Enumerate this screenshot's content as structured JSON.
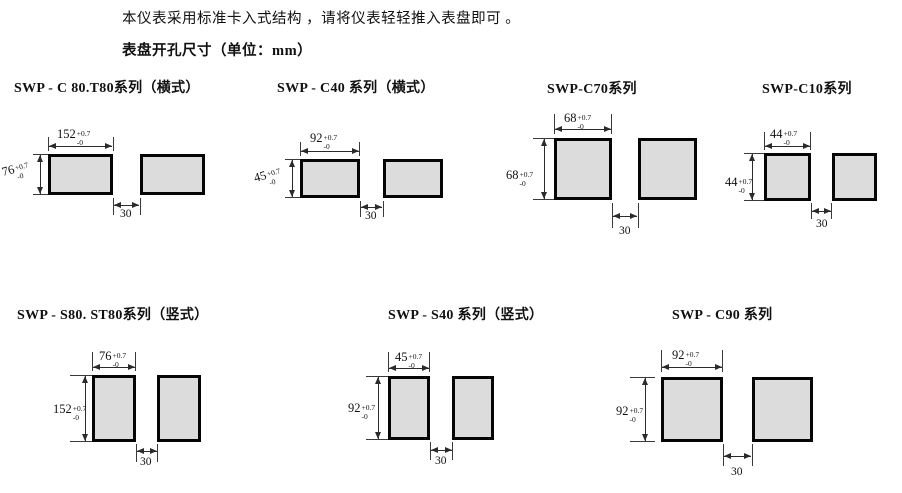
{
  "page": {
    "intro": "本仪表采用标准卡入式结构 ，请将仪表轻轻推入表盘即可 。",
    "section_title": "表盘开孔尺寸（单位：mm）"
  },
  "diagrams": [
    {
      "title": "SWP - C 80.T80系列（横式）",
      "orientation": "横式",
      "panel_width": "152",
      "panel_height": "76",
      "gap": "30",
      "tol_plus": "+0.7",
      "tol_minus": "-0"
    },
    {
      "title": "SWP - C40 系列（横式）",
      "orientation": "横式",
      "panel_width": "92",
      "panel_height": "45",
      "gap": "30",
      "tol_plus": "+0.7",
      "tol_minus": "-0"
    },
    {
      "title": "SWP-C70系列",
      "orientation": "",
      "panel_width": "68",
      "panel_height": "68",
      "gap": "30",
      "tol_plus": "+0.7",
      "tol_minus": "-0"
    },
    {
      "title": "SWP-C10系列",
      "orientation": "",
      "panel_width": "44",
      "panel_height": "44",
      "gap": "30",
      "tol_plus": "+0.7",
      "tol_minus": "-0"
    },
    {
      "title": "SWP - S80. ST80系列（竖式）",
      "orientation": "竖式",
      "panel_width": "76",
      "panel_height": "152",
      "gap": "30",
      "tol_plus": "+0.7",
      "tol_minus": "-0"
    },
    {
      "title": "SWP - S40 系列（竖式）",
      "orientation": "竖式",
      "panel_width": "45",
      "panel_height": "92",
      "gap": "30",
      "tol_plus": "+0.7",
      "tol_minus": "-0"
    },
    {
      "title": "SWP - C90 系列",
      "orientation": "",
      "panel_width": "92",
      "panel_height": "92",
      "gap": "30",
      "tol_plus": "+0.7",
      "tol_minus": "-0"
    }
  ]
}
